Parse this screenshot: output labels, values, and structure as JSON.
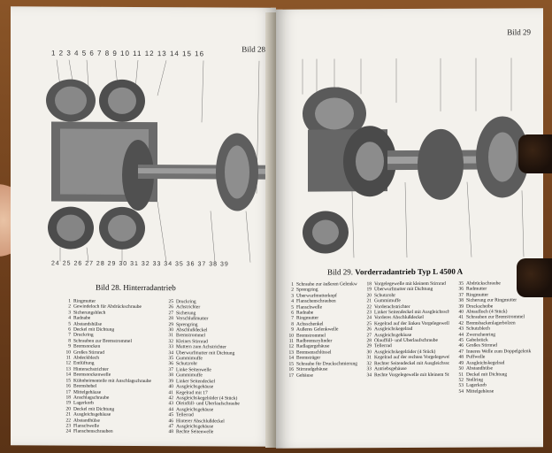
{
  "left_page": {
    "page_label": "Bild 28",
    "caption": "Bild 28.  Hinterradantrieb",
    "callouts_top": "1 2 3 4 5   6 7 8 9 10 11   12 13   14 15 16",
    "callouts_bottom": "24 25 26 27 28 29 30 31 32 33 34 35 36 37 38 39",
    "legend_col1": [
      {
        "n": "1",
        "t": "Ringmutter"
      },
      {
        "n": "2",
        "t": "Gewindeloch für Abdrückschraube"
      },
      {
        "n": "3",
        "t": "Sicherungsblech"
      },
      {
        "n": "4",
        "t": "Radnabe"
      },
      {
        "n": "5",
        "t": "Abstandshülse"
      },
      {
        "n": "6",
        "t": "Deckel mit Dichtung"
      },
      {
        "n": "7",
        "t": "Druckring"
      },
      {
        "n": "8",
        "t": "Schrauben zur Bremstrommel"
      },
      {
        "n": "9",
        "t": "Bremsnocken"
      },
      {
        "n": "10",
        "t": "Großes Stirnrad"
      },
      {
        "n": "11",
        "t": "Abdeckblech"
      },
      {
        "n": "12",
        "t": "Entlüftung"
      },
      {
        "n": "13",
        "t": "Hinterachstrichter"
      },
      {
        "n": "14",
        "t": "Bremsnockenwelle"
      },
      {
        "n": "15",
        "t": "Kühnheimenteile mit Anschlagschraube"
      },
      {
        "n": "16",
        "t": "Bremshebel"
      },
      {
        "n": "17",
        "t": "Mittelgehäuse"
      },
      {
        "n": "18",
        "t": "Anschlagschraube"
      },
      {
        "n": "19",
        "t": "Lagerkorb"
      },
      {
        "n": "20",
        "t": "Deckel mit Dichtung"
      },
      {
        "n": "21",
        "t": "Ausgleichsgehäuse"
      },
      {
        "n": "22",
        "t": "Abstandhülse"
      },
      {
        "n": "23",
        "t": "Flanschwelle"
      },
      {
        "n": "24",
        "t": "Flanschenschrauben"
      }
    ],
    "legend_col2": [
      {
        "n": "25",
        "t": "Druckring"
      },
      {
        "n": "26",
        "t": "Achstrichter"
      },
      {
        "n": "27",
        "t": "Sicherung"
      },
      {
        "n": "28",
        "t": "Verschlußmutter"
      },
      {
        "n": "29",
        "t": "Sprengring"
      },
      {
        "n": "30",
        "t": "Abschlußdeckel"
      },
      {
        "n": "31",
        "t": "Bremstrommel"
      },
      {
        "n": "32",
        "t": "Kleines Stirnrad"
      },
      {
        "n": "33",
        "t": "Muttern zum Achstrichter"
      },
      {
        "n": "34",
        "t": "Überwurfmutter mit Dichtung"
      },
      {
        "n": "35",
        "t": "Gummimuffe"
      },
      {
        "n": "36",
        "t": "Schutzrohr"
      },
      {
        "n": "37",
        "t": "Linke Seitenwelle"
      },
      {
        "n": "38",
        "t": "Gummimuffe"
      },
      {
        "n": "39",
        "t": "Linker Seitendeckel"
      },
      {
        "n": "40",
        "t": "Ausgleichsgehäuse"
      },
      {
        "n": "41",
        "t": "Kegelrad mit 17"
      },
      {
        "n": "42",
        "t": "Ausgleichskegelräder (4 Stück)"
      },
      {
        "n": "43",
        "t": "Öleinfüll- und Überlaufschraube"
      },
      {
        "n": "44",
        "t": "Ausgleichsgehäuse"
      },
      {
        "n": "45",
        "t": "Tellerrad"
      },
      {
        "n": "46",
        "t": "Hinterer Abschlußdeckel"
      },
      {
        "n": "47",
        "t": "Ausgleichsgehäuse"
      },
      {
        "n": "48",
        "t": "Rechte Seitenwelle"
      }
    ]
  },
  "right_page": {
    "page_label": "Bild 29",
    "caption_prefix": "Bild 29.",
    "caption_title": "Vorderradantrieb Typ L 4500 A",
    "legend_col1": [
      {
        "n": "1",
        "t": "Schraube zur äußeren Gelenkwelle"
      },
      {
        "n": "2",
        "t": "Sprengring"
      },
      {
        "n": "3",
        "t": "Überwurfmutterkopf"
      },
      {
        "n": "4",
        "t": "Flanschenschrauben"
      },
      {
        "n": "5",
        "t": "Flanschwelle"
      },
      {
        "n": "6",
        "t": "Radnabe"
      },
      {
        "n": "7",
        "t": "Ringmutter"
      },
      {
        "n": "8",
        "t": "Achsschenkel"
      },
      {
        "n": "9",
        "t": "Außeres Gelenkwelle"
      },
      {
        "n": "10",
        "t": "Bremstrommel"
      },
      {
        "n": "11",
        "t": "Radbremszylinder"
      },
      {
        "n": "12",
        "t": "Radlagergehäuse"
      },
      {
        "n": "13",
        "t": "Bremsenschlüssel"
      },
      {
        "n": "14",
        "t": "Bremsträger"
      },
      {
        "n": "15",
        "t": "Schraube für Druckschmierung"
      },
      {
        "n": "16",
        "t": "Stirnradgehäuse"
      },
      {
        "n": "17",
        "t": "Gehäuse"
      }
    ],
    "legend_col2": [
      {
        "n": "18",
        "t": "Vorgelegewelle mit kleinem Stirnrad"
      },
      {
        "n": "19",
        "t": "Überwurfmutter mit Dichtung"
      },
      {
        "n": "20",
        "t": "Schutzrohr"
      },
      {
        "n": "21",
        "t": "Gummimuffe"
      },
      {
        "n": "22",
        "t": "Vorderachstrichter"
      },
      {
        "n": "23",
        "t": "Linker Seitendeckel mit Ausgleichsscheiben"
      },
      {
        "n": "24",
        "t": "Vorderes Abschlußdeckel"
      },
      {
        "n": "25",
        "t": "Kegelrad auf der linken Vorgelegewelle"
      },
      {
        "n": "26",
        "t": "Ausgleichskegelrad"
      },
      {
        "n": "27",
        "t": "Ausgleichsgehäuse"
      },
      {
        "n": "28",
        "t": "Ölauffüll- und Überlaufschraube"
      },
      {
        "n": "29",
        "t": "Tellerrad"
      },
      {
        "n": "30",
        "t": "Ausgleichskegelräder (4 Stück)"
      },
      {
        "n": "31",
        "t": "Kegelrad auf der rechten Vorgelegewelle"
      },
      {
        "n": "32",
        "t": "Rechter Seitendeckel mit Ausgleichsscheiben"
      },
      {
        "n": "33",
        "t": "Antriebsgehäuse"
      },
      {
        "n": "34",
        "t": "Rechte Vorgelegewelle mit kleinem Stirnrad"
      }
    ],
    "legend_col3": [
      {
        "n": "35",
        "t": "Abdrückschraube"
      },
      {
        "n": "36",
        "t": "Radmutter"
      },
      {
        "n": "37",
        "t": "Ringmutter"
      },
      {
        "n": "38",
        "t": "Sicherung zur Ringmutter"
      },
      {
        "n": "39",
        "t": "Druckscheibe"
      },
      {
        "n": "40",
        "t": "Abtaufloch (4 Stück)"
      },
      {
        "n": "41",
        "t": "Schrauben zur Bremstrommel"
      },
      {
        "n": "42",
        "t": "Bremsbackenlagerbolzen"
      },
      {
        "n": "43",
        "t": "Schutzblech"
      },
      {
        "n": "44",
        "t": "Zwerschenring"
      },
      {
        "n": "45",
        "t": "Gabelstück"
      },
      {
        "n": "46",
        "t": "Großes Stirnrad"
      },
      {
        "n": "47",
        "t": "Inneres Welle zum Doppelgelenk"
      },
      {
        "n": "48",
        "t": "Puffwelle"
      },
      {
        "n": "49",
        "t": "Ausgleichskegelrad"
      },
      {
        "n": "50",
        "t": "Abstandhülse"
      },
      {
        "n": "51",
        "t": "Deckel mit Dichtung"
      },
      {
        "n": "52",
        "t": "Stellring"
      },
      {
        "n": "53",
        "t": "Lagerkorb"
      },
      {
        "n": "54",
        "t": "Mittelgehäuse"
      }
    ]
  },
  "colors": {
    "page": "#f3f1ec",
    "table": "#7a4a22",
    "ink": "#1a1a1a"
  }
}
